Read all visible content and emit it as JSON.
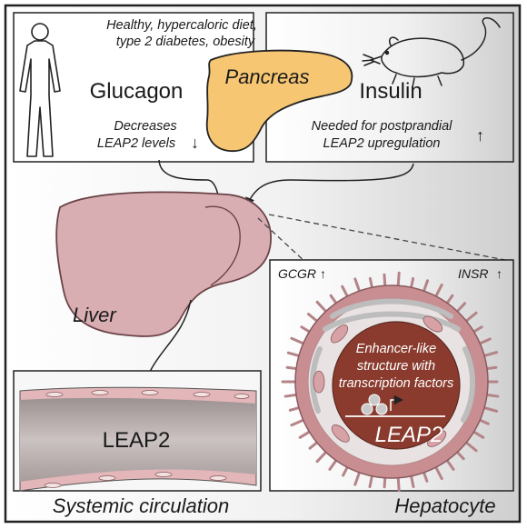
{
  "human_panel": {
    "condition_text": [
      "Healthy, hypercaloric diet,",
      "type 2 diabetes, obesity"
    ],
    "hormone": "Glucagon",
    "effect_lines": [
      "Decreases",
      "LEAP2 levels"
    ],
    "effect_arrow": "↓"
  },
  "mouse_panel": {
    "hormone": "Insulin",
    "effect_lines": [
      "Needed for postprandial",
      "LEAP2 upregulation"
    ],
    "effect_arrow": "↑"
  },
  "pancreas_label": "Pancreas",
  "liver_label": "Liver",
  "vessel": {
    "label": "LEAP2",
    "caption": "Systemic circulation"
  },
  "hepatocyte": {
    "caption": "Hepatocyte",
    "receptor_left": "GCGR",
    "receptor_right": "INSR",
    "nucleus_lines": [
      "Enhancer-like",
      "structure with",
      "transcription factors"
    ],
    "gene_label": "LEAP2"
  },
  "colors": {
    "liver_fill": "#d9aeb2",
    "liver_stroke": "#6a4448",
    "pancreas_fill": "#f6c673",
    "nucleus_fill": "#8a3b2e",
    "membrane": "#c98e92",
    "vessel_wall": "#e3b6b9"
  }
}
